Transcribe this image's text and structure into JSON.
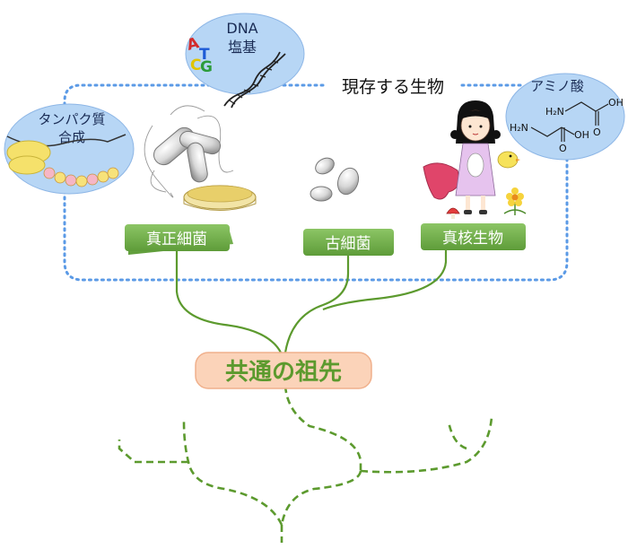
{
  "title": "現存する生物",
  "ancestor": "共通の祖先",
  "domains": {
    "bacteria": "真正細菌",
    "archaea": "古細菌",
    "eukarya": "真核生物"
  },
  "bubbles": {
    "dna_line1": "DNA",
    "dna_line2": "塩基",
    "protein_line1": "タンパク質",
    "protein_line2": "合成",
    "amino": "アミノ酸"
  },
  "bases": {
    "a": "A",
    "t": "T",
    "c": "C",
    "g": "G"
  },
  "chem": {
    "h2n": "H₂N",
    "oh": "OH",
    "o": "O",
    "n": "N"
  },
  "colors": {
    "dotted_frame": "#5b9ae6",
    "bubble_fill": "#b7d6f5",
    "branch": "#5c9a2e",
    "label_fill": "#6aa844",
    "ancestor_fill": "#fbd3b9",
    "ancestor_text": "#5c9a2e"
  }
}
